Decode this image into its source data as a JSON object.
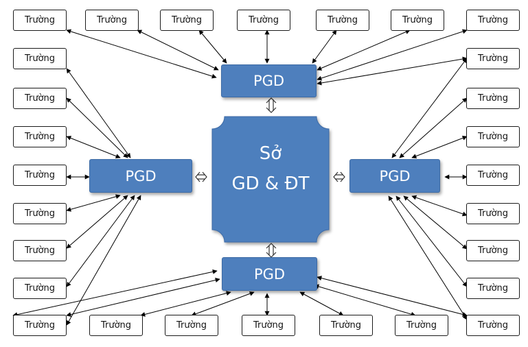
{
  "center": {
    "line1": "Sở",
    "line2": "GD & ĐT",
    "fill": "#4e7fbd"
  },
  "offices": {
    "top": "PGD",
    "left": "PGD",
    "right": "PGD",
    "bottom": "PGD"
  },
  "school_label": "Trường",
  "link_symbol": "double-arrow-icon",
  "colors": {
    "box": "#4e7fbd",
    "border": "#1a1a1a",
    "text_light": "#ffffff"
  }
}
